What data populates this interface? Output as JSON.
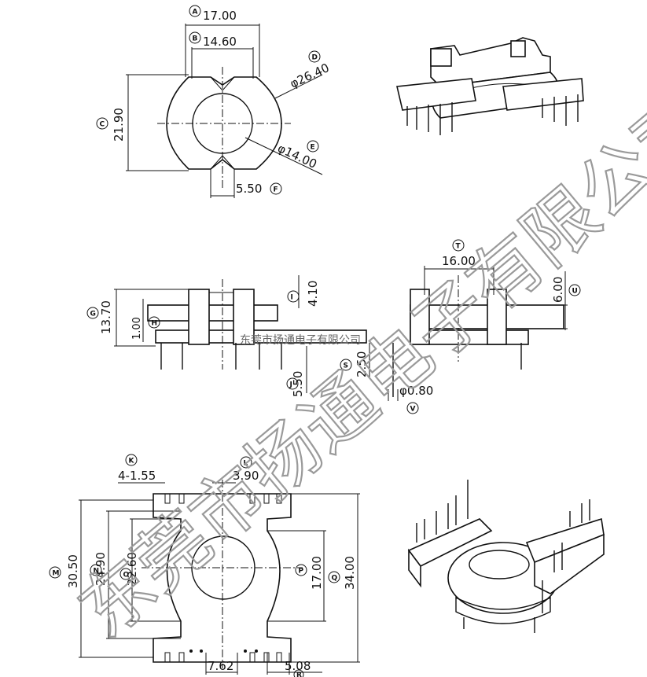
{
  "top_view": {
    "dim_a": "17.00",
    "dim_b": "14.60",
    "dim_c": "21.90",
    "dim_d": "φ26.40",
    "dim_e": "φ14.00",
    "dim_f": "5.50",
    "bub_a": "A",
    "bub_b": "B",
    "bub_c": "C",
    "bub_d": "D",
    "bub_e": "E",
    "bub_f": "F"
  },
  "side_view": {
    "dim_g": "13.70",
    "dim_h": "1.00",
    "dim_i": "4.10",
    "dim_j": "5.50",
    "dim_s": "2.50",
    "dim_t": "16.00",
    "dim_u": "6.00",
    "dim_v": "φ0.80",
    "bub_g": "G",
    "bub_h": "H",
    "bub_i": "I",
    "bub_j": "J",
    "bub_s": "S",
    "bub_t": "T",
    "bub_u": "U",
    "bub_v": "V"
  },
  "bottom_view": {
    "dim_k": "4-1.55",
    "dim_l": "3.90",
    "dim_m": "30.50",
    "dim_n": "24.90",
    "dim_o": "22.60",
    "dim_p": "17.00",
    "dim_q": "34.00",
    "dim_r1": "7.62",
    "dim_r2": "5.08",
    "bub_k": "K",
    "bub_l": "L",
    "bub_m": "M",
    "bub_n": "N",
    "bub_o": "O",
    "bub_p": "P",
    "bub_q": "Q",
    "bub_r": "R"
  },
  "watermark": {
    "main": "东莞市扬通电子有限公司",
    "small": "东莞市扬通电子有限公司"
  }
}
